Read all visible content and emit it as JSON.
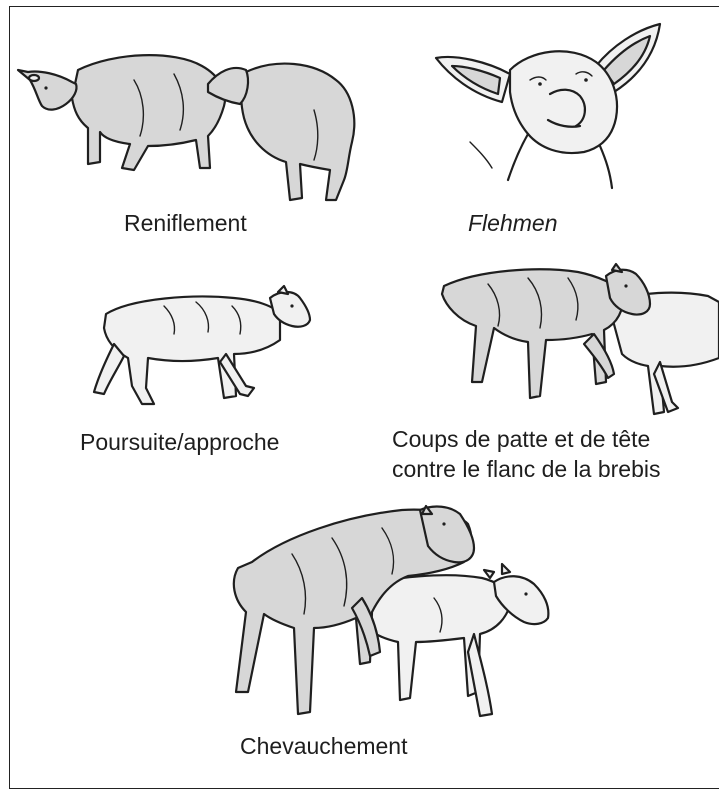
{
  "captions": {
    "sniffing": "Reniflement",
    "flehmen": "Flehmen",
    "pursuit": "Poursuite/approche",
    "kicking_line1": "Coups de patte et de tête",
    "kicking_line2": "contre le flanc de la brebis",
    "mounting": "Chevauchement"
  },
  "colors": {
    "frame": "#222222",
    "ink": "#1f1f1f",
    "wool_fill": "#d7d7d7",
    "background": "#ffffff"
  }
}
